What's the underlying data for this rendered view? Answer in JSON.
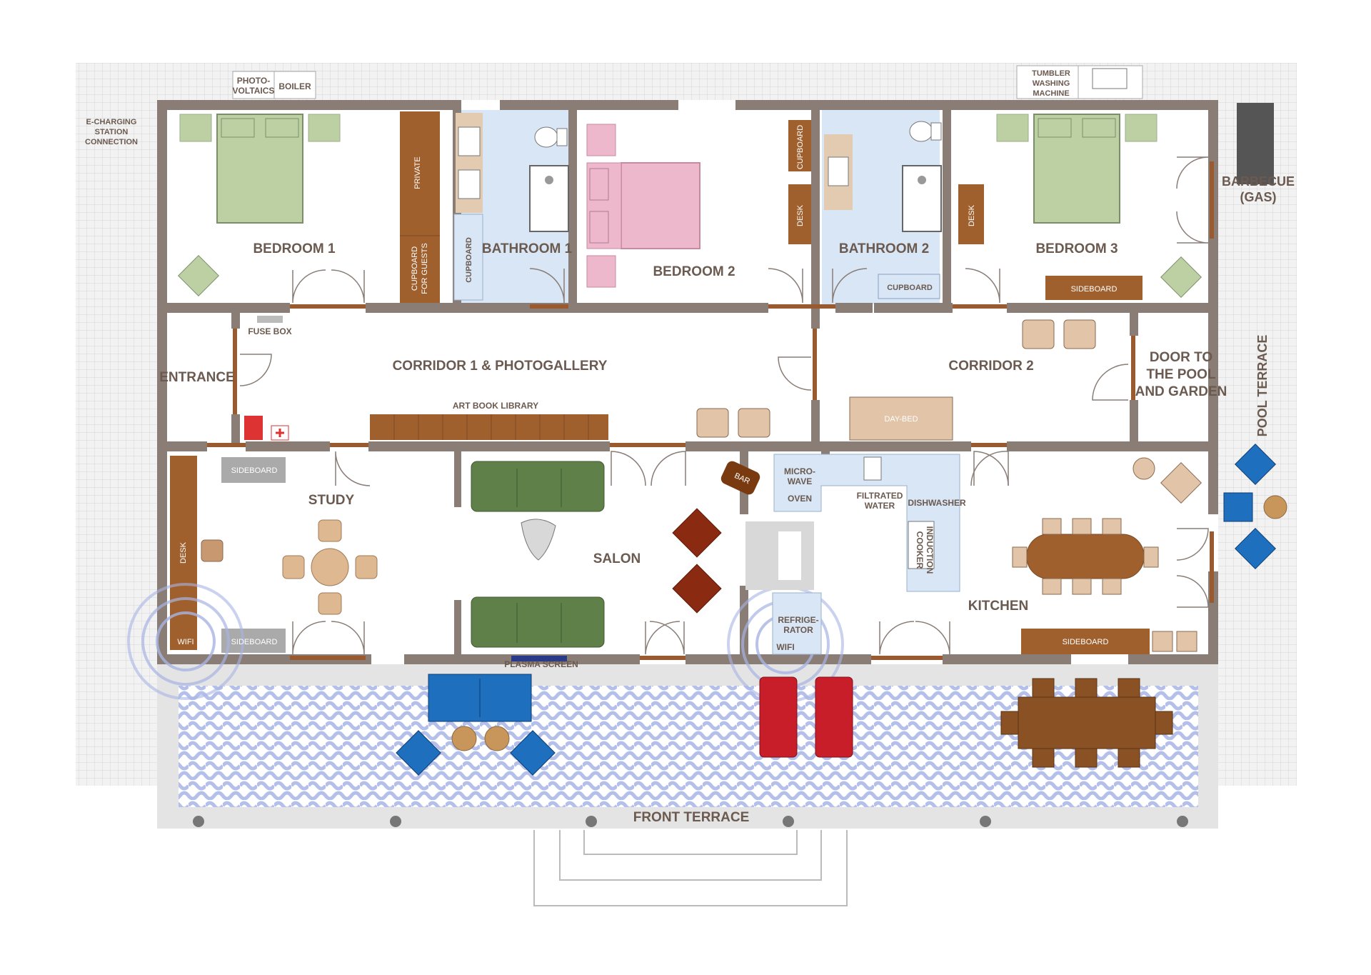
{
  "labels": {
    "photovoltaics_1": "PHOTO-",
    "photovoltaics_2": "VOLTAICS",
    "boiler": "BOILER",
    "tumbler_1": "TUMBLER",
    "tumbler_2": "WASHING",
    "tumbler_3": "MACHINE",
    "echarge_1": "E-CHARGING",
    "echarge_2": "STATION",
    "echarge_3": "CONNECTION",
    "barbecue_1": "BARBECUE",
    "barbecue_2": "(GAS)",
    "pool_terrace": "POOL TERRACE",
    "bedroom1": "BEDROOM 1",
    "bathroom1": "BATHROOM 1",
    "bedroom2": "BEDROOM 2",
    "bathroom2": "BATHROOM 2",
    "bedroom3": "BEDROOM 3",
    "private": "PRIVATE",
    "cupboard_guests_1": "CUPBOARD",
    "cupboard_guests_2": "FOR GUESTS",
    "cupboard": "CUPBOARD",
    "desk": "DESK",
    "sideboard": "SIDEBOARD",
    "fuse_box": "FUSE BOX",
    "entrance": "ENTRANCE",
    "corridor1": "CORRIDOR 1  &  PHOTOGALLERY",
    "corridor2": "CORRIDOR 2",
    "door_pool_1": "DOOR TO",
    "door_pool_2": "THE POOL",
    "door_pool_3": "AND GARDEN",
    "art_book_library": "ART BOOK LIBRARY",
    "day_bed": "DAY-BED",
    "study": "STUDY",
    "salon": "SALON",
    "bar": "BAR",
    "microwave_1": "MICRO-",
    "microwave_2": "WAVE",
    "oven": "OVEN",
    "filtered_1": "FILTRATED",
    "filtered_2": "WATER",
    "dishwasher": "DISHWASHER",
    "induction_1": "INDUCTION",
    "induction_2": "COOKER",
    "refrigerator_1": "REFRIGE-",
    "refrigerator_2": "RATOR",
    "wifi": "WIFI",
    "kitchen": "KITCHEN",
    "plasma_screen": "PLASMA SCREEN",
    "front_terrace": "FRONT TERRACE"
  },
  "colors": {
    "wall": "#8a7d76",
    "door": "#9a5a30",
    "wood": "#a0602e",
    "bed_green": "#bcd0a4",
    "bed_pink": "#eeb8cc",
    "bath_blue": "#d8e6f5",
    "sofa_green": "#5f8048",
    "sofa_blue": "#1f6fbf",
    "lounger_red": "#c81e2a",
    "tile": "#f0f0f0",
    "water": "#b8c4ec"
  }
}
